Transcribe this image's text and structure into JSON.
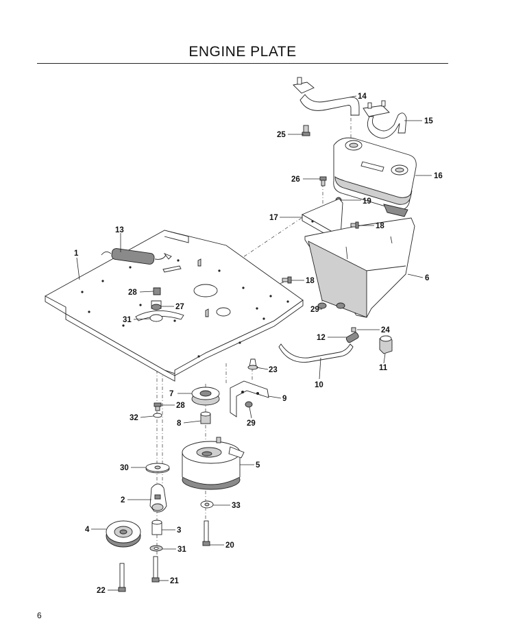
{
  "header": {
    "title": "ENGINE PLATE"
  },
  "footer": {
    "page_number": "6"
  },
  "callouts": [
    {
      "id": "c14",
      "text": "14"
    },
    {
      "id": "c15",
      "text": "15"
    },
    {
      "id": "c25",
      "text": "25"
    },
    {
      "id": "c16",
      "text": "16"
    },
    {
      "id": "c26",
      "text": "26"
    },
    {
      "id": "c19",
      "text": "19"
    },
    {
      "id": "c17",
      "text": "17"
    },
    {
      "id": "c18a",
      "text": "18"
    },
    {
      "id": "c13",
      "text": "13"
    },
    {
      "id": "c1",
      "text": "1"
    },
    {
      "id": "c6",
      "text": "6"
    },
    {
      "id": "c18b",
      "text": "18"
    },
    {
      "id": "c28a",
      "text": "28"
    },
    {
      "id": "c27",
      "text": "27"
    },
    {
      "id": "c29a",
      "text": "29"
    },
    {
      "id": "c31a",
      "text": "31"
    },
    {
      "id": "c24",
      "text": "24"
    },
    {
      "id": "c12",
      "text": "12"
    },
    {
      "id": "c11",
      "text": "11"
    },
    {
      "id": "c23",
      "text": "23"
    },
    {
      "id": "c10",
      "text": "10"
    },
    {
      "id": "c7",
      "text": "7"
    },
    {
      "id": "c9",
      "text": "9"
    },
    {
      "id": "c28b",
      "text": "28"
    },
    {
      "id": "c32",
      "text": "32"
    },
    {
      "id": "c8",
      "text": "8"
    },
    {
      "id": "c29b",
      "text": "29"
    },
    {
      "id": "c5",
      "text": "5"
    },
    {
      "id": "c30",
      "text": "30"
    },
    {
      "id": "c2",
      "text": "2"
    },
    {
      "id": "c33",
      "text": "33"
    },
    {
      "id": "c4",
      "text": "4"
    },
    {
      "id": "c3",
      "text": "3"
    },
    {
      "id": "c31b",
      "text": "31"
    },
    {
      "id": "c20",
      "text": "20"
    },
    {
      "id": "c21",
      "text": "21"
    },
    {
      "id": "c22",
      "text": "22"
    }
  ]
}
